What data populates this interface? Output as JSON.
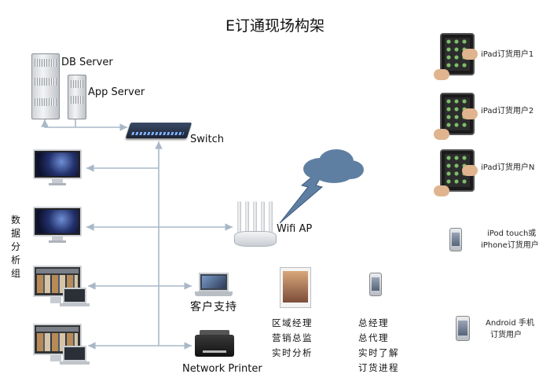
{
  "title": "E订通现场构架",
  "servers": {
    "db": "DB Server",
    "app": "App Server"
  },
  "switch_label": "Switch",
  "wifi_label": "Wifi AP",
  "side_group": "数据分析组",
  "support_label": "客户支持",
  "printer_label": "Network Printer",
  "ipad_users": [
    "iPad订货用户1",
    "iPad订货用户2",
    "iPad订货用户N"
  ],
  "ipod_user": [
    "iPod touch或",
    "iPhone订货用户"
  ],
  "android_user": [
    "Android 手机",
    "订货用户"
  ],
  "regional_roles": [
    "区域经理",
    "营销总监",
    "实时分析"
  ],
  "general_roles": [
    "总经理",
    "总代理",
    "实时了解",
    "订货进程"
  ],
  "colors": {
    "wire": "#a9b8c8",
    "cloud": "#5f7fa2",
    "cloud_edge": "#3c5a7f"
  }
}
